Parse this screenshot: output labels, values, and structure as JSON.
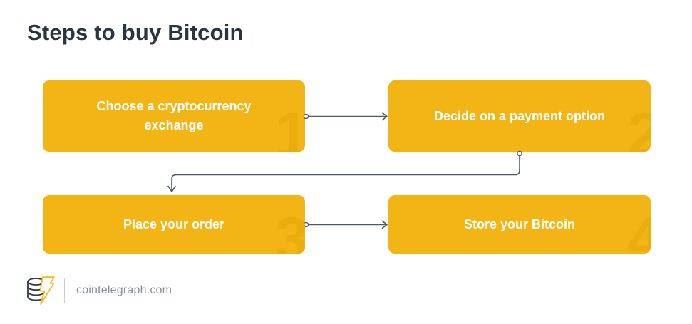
{
  "title": "Steps to buy Bitcoin",
  "steps": [
    {
      "number": "1",
      "label": "Choose a cryptocurrency exchange"
    },
    {
      "number": "2",
      "label": "Decide on a payment option"
    },
    {
      "number": "3",
      "label": "Place your order"
    },
    {
      "number": "4",
      "label": "Store your Bitcoin"
    }
  ],
  "flow": {
    "connections": [
      "1->2",
      "2->3",
      "3->4"
    ],
    "arrow_style": "open-chevron with circle at origin"
  },
  "footer": {
    "site": "cointelegraph.com",
    "logo_icon": "coin-stack-lightning-bolt-icon"
  },
  "colors": {
    "background": "#FFFFFF",
    "title_text": "#2B3540",
    "box_fill": "#F3B516",
    "box_text": "#FFFFFF",
    "watermark_number": "#E9AE0D",
    "connector": "#4D5B68",
    "footer_text": "#87909A",
    "divider": "#C8CED5",
    "logo_coin_outline": "#2E3A45",
    "logo_bolt": "#F5B81E"
  }
}
